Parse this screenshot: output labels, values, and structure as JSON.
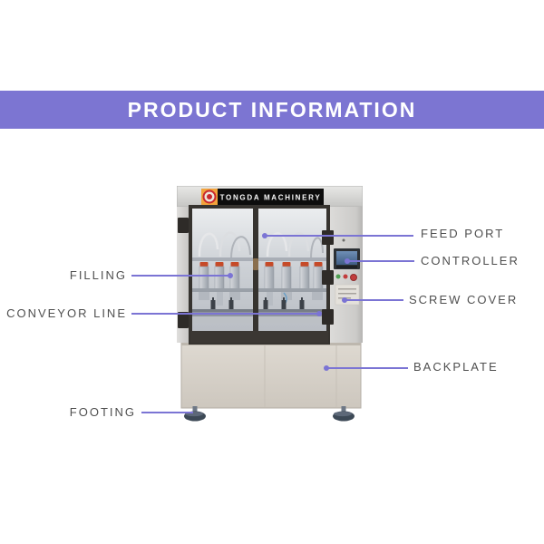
{
  "banner": {
    "title": "PRODUCT INFORMATION"
  },
  "machine": {
    "brand_plate": {
      "text": "TONGDA MACHINERY"
    },
    "logo": "tongda-circle-logo"
  },
  "labels": [
    {
      "text": "FEED PORT"
    },
    {
      "text": "CONTROLLER"
    },
    {
      "text": "SCREW COVER"
    },
    {
      "text": "BACKPLATE"
    },
    {
      "text": "FILLING"
    },
    {
      "text": "CONVEYOR LINE"
    },
    {
      "text": "FOOTING"
    }
  ],
  "colors": {
    "accent": "#7b74d4",
    "banner_bg": "#7c75d2",
    "banner_text": "#ffffff",
    "label_text": "#4f4f4f",
    "brand_plate_bg": "#0d0d0d",
    "brand_text": "#fafafa",
    "logo_bg": "#f2a33c",
    "logo_red": "#c9282e",
    "machine_body": "#d6d5d3",
    "base_body": "#d5cfc6",
    "door_frame": "#36332f",
    "foot": "#3d4956"
  }
}
